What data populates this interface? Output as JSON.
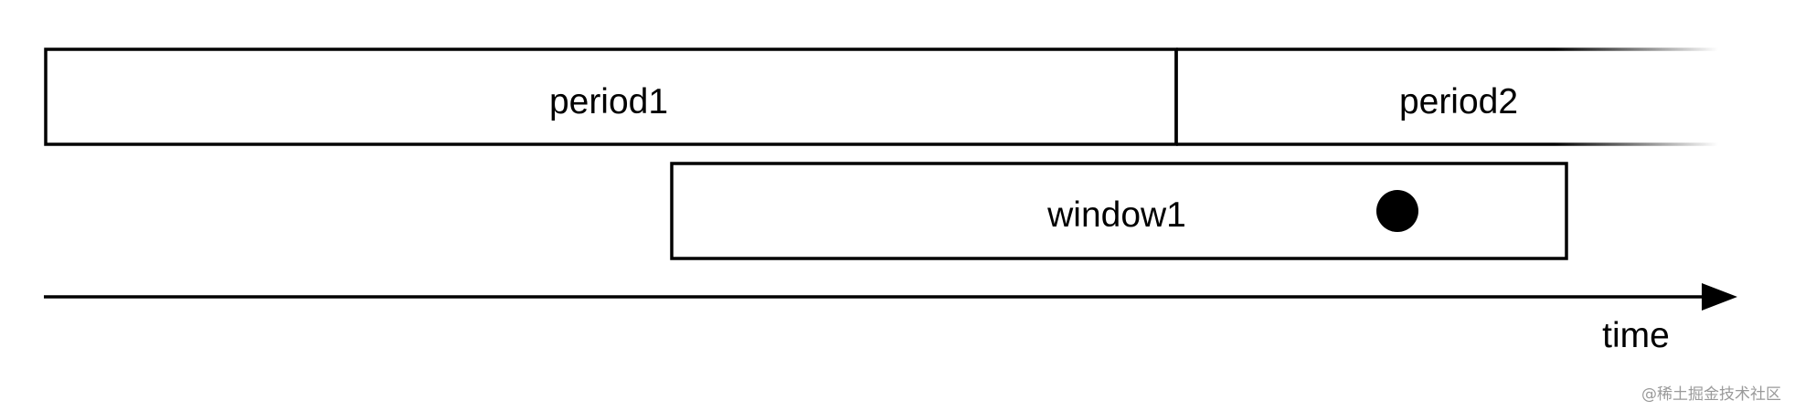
{
  "diagram": {
    "period1_label": "period1",
    "period2_label": "period2",
    "window1_label": "window1",
    "axis_label": "time"
  },
  "watermark": "@稀土掘金技术社区",
  "colors": {
    "stroke": "#000000",
    "background": "#ffffff"
  }
}
